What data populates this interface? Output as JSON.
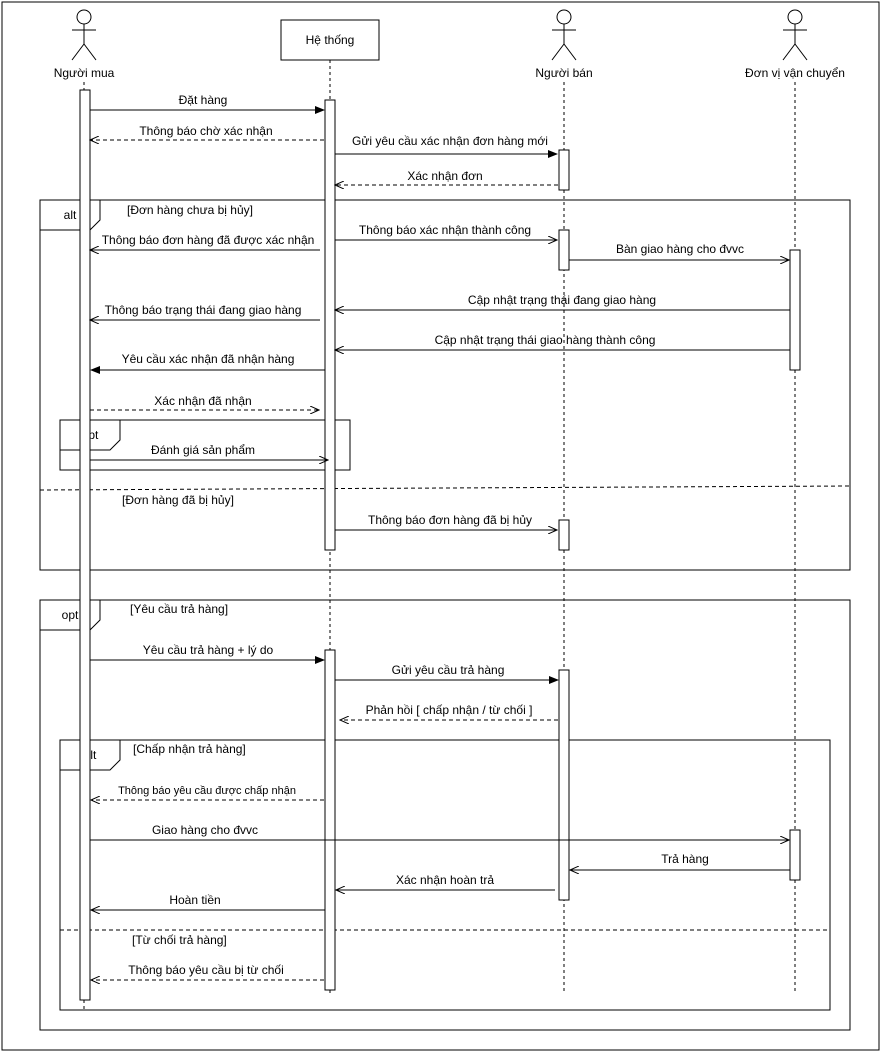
{
  "participants": {
    "buyer": {
      "label": "Người mua",
      "kind": "actor"
    },
    "system": {
      "label": "Hệ thống",
      "kind": "box"
    },
    "seller": {
      "label": "Người bán",
      "kind": "actor"
    },
    "shipper": {
      "label": "Đơn vị vận chuyển",
      "kind": "actor"
    }
  },
  "frames": {
    "alt_main": {
      "tag": "alt",
      "guard1": "[Đơn hàng chưa bị hủy]",
      "guard2": "[Đơn hàng đã bị hủy]"
    },
    "opt_review": {
      "tag": "opt"
    },
    "opt_return": {
      "tag": "opt",
      "guard": "[Yêu cầu trả hàng]"
    },
    "alt_return": {
      "tag": "alt",
      "guard1": "[Chấp nhận trả hàng]",
      "guard2": "[Từ chối trả hàng]"
    }
  },
  "messages": {
    "m1": "Đặt hàng",
    "m2": "Thông báo chờ xác nhận",
    "m3": "Gửi yêu cầu xác nhận đơn hàng mới",
    "m4": "Xác nhận đơn",
    "m5": "Thông báo xác nhận thành công",
    "m6": "Thông báo đơn hàng đã được xác nhận",
    "m7": "Bàn giao hàng cho đvvc",
    "m8": "Cập nhật trạng thái đang giao hàng",
    "m9": "Thông báo trạng thái đang giao hàng",
    "m10": "Cập nhật trạng thái giao hàng thành công",
    "m11": "Yêu cầu xác nhận đã nhận hàng",
    "m12": "Xác nhận đã nhận",
    "m13": "Đánh giá sản phẩm",
    "m14": "Thông báo đơn hàng đã bị hủy",
    "m15": "Yêu cầu trả hàng + lý do",
    "m16": "Gửi yêu cầu trả hàng",
    "m17": "Phản hồi [ chấp nhận / từ chối ]",
    "m18": "Thông báo yêu cầu được chấp nhận",
    "m19": "Giao hàng cho đvvc",
    "m20": "Trả hàng",
    "m21": "Xác nhận hoàn trả",
    "m22": "Hoàn tiền",
    "m23": "Thông báo yêu cầu bị từ chối"
  }
}
